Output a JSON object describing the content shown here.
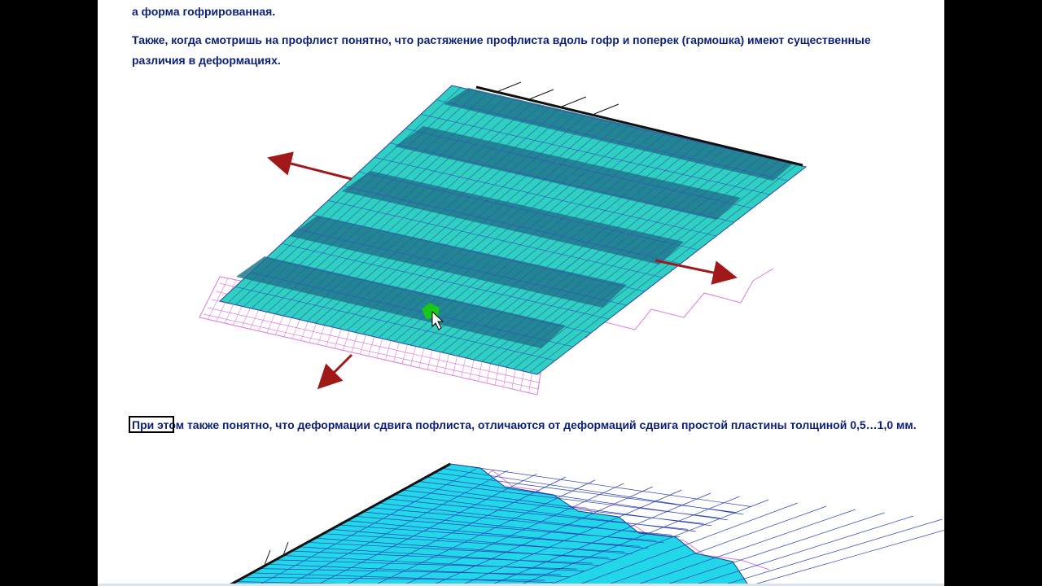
{
  "document": {
    "paragraph_1": "а форма гофрированная.",
    "paragraph_2": "Также, когда смотришь на профлист понятно, что растяжение профлиста вдоль гофр и поперек (гармошка) имеют существенные различия в деформациях.",
    "paragraph_3": "При этом также понятно, что деформации сдвига пофлиста, отличаются от деформаций сдвига простой пластины толщиной 0,5…1,0 мм."
  },
  "colors": {
    "text": "#0b1f7a",
    "plate_top": "#2ed0c0",
    "plate_side": "#1f7a8a",
    "mesh_lines": "#3a4fc0",
    "undeformed_mesh": "#e07ad8",
    "arrows": "#a01818",
    "cursor_green": "#18c818",
    "plate2": "#22d8e8"
  },
  "icons": {
    "cursor": "mouse-pointer-icon"
  }
}
